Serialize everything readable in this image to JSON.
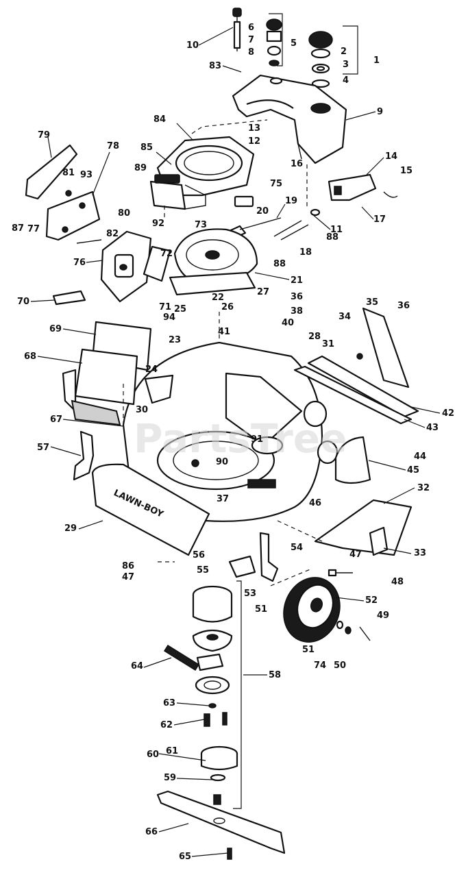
{
  "watermark": "PartsTree",
  "deck_label": "LAWN-BOY",
  "callouts": [
    "1",
    "2",
    "3",
    "4",
    "5",
    "6",
    "7",
    "8",
    "9",
    "10",
    "11",
    "12",
    "13",
    "14",
    "15",
    "16",
    "17",
    "18",
    "19",
    "20",
    "21",
    "22",
    "23",
    "24",
    "25",
    "26",
    "27",
    "28",
    "29",
    "30",
    "31",
    "32",
    "33",
    "34",
    "35",
    "36",
    "36",
    "37",
    "38",
    "40",
    "41",
    "42",
    "43",
    "44",
    "45",
    "46",
    "47",
    "47",
    "48",
    "49",
    "50",
    "51",
    "51",
    "52",
    "53",
    "54",
    "55",
    "56",
    "57",
    "58",
    "59",
    "60",
    "61",
    "62",
    "63",
    "64",
    "65",
    "66",
    "67",
    "68",
    "69",
    "70",
    "71",
    "72",
    "73",
    "74",
    "75",
    "76",
    "77",
    "78",
    "79",
    "80",
    "81",
    "82",
    "83",
    "84",
    "85",
    "86",
    "87",
    "88",
    "88",
    "89",
    "90",
    "91",
    "92",
    "93",
    "94"
  ]
}
